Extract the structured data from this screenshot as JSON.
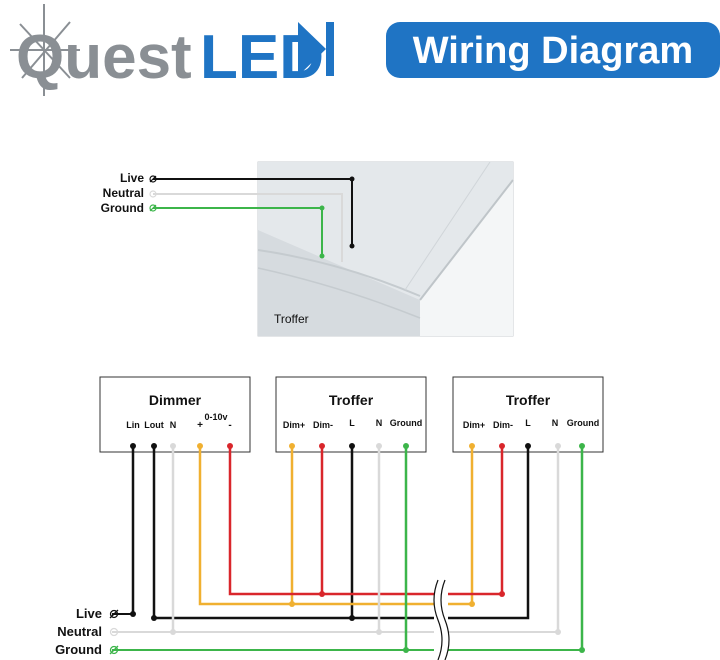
{
  "header": {
    "logo_quest": "Quest",
    "logo_led": "LED",
    "title": "Wiring Diagram"
  },
  "colors": {
    "brand_blue": "#1f74c4",
    "logo_gray": "#8a8f94",
    "live": "#111111",
    "neutral": "#d9d9d9",
    "ground": "#3cb54a",
    "dim_plus": "#f0b030",
    "dim_minus": "#d9262b"
  },
  "top_diagram": {
    "wire_labels": [
      "Live",
      "Neutral",
      "Ground"
    ],
    "fixture_label": "Troffer"
  },
  "bottom_diagram": {
    "dimmer": {
      "title": "Dimmer",
      "terminals": [
        "Lin",
        "Lout",
        "N",
        "+",
        "-"
      ],
      "terminal_group_label": "0-10v"
    },
    "troffers": [
      {
        "title": "Troffer",
        "terminals": [
          "Dim+",
          "Dim-",
          "L",
          "N",
          "Ground"
        ]
      },
      {
        "title": "Troffer",
        "terminals": [
          "Dim+",
          "Dim-",
          "L",
          "N",
          "Ground"
        ]
      }
    ],
    "wire_labels": [
      "Live",
      "Neutral",
      "Ground"
    ]
  }
}
